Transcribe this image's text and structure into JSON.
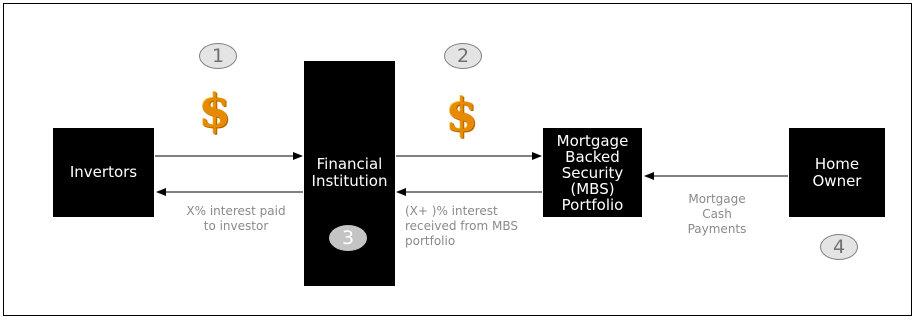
{
  "boxes": {
    "investors": "Invertors",
    "financial_institution": "Financial\nInstitution",
    "mbs_portfolio": "Mortgage\nBacked\nSecurity\n(MBS)\nPortfolio",
    "home_owner": "Home\nOwner"
  },
  "steps": {
    "one": "1",
    "two": "2",
    "three": "3",
    "four": "4"
  },
  "labels": {
    "investor_interest": "X% interest paid\nto investor",
    "mbs_interest": "(X+    )% interest\nreceived from MBS\nportfolio",
    "mortgage_payments": "Mortgage\nCash\nPayments"
  },
  "symbols": {
    "money_one": "$",
    "money_two": "$"
  },
  "colors": {
    "box": "#000000",
    "box_text": "#ffffff",
    "label_text": "#8a8a8a",
    "money": "#e88a00",
    "badge_fill": "#e4e4e4",
    "badge_dark_fill": "#c4c4c4"
  },
  "icons": [
    "dollar-icon",
    "dollar-icon"
  ]
}
